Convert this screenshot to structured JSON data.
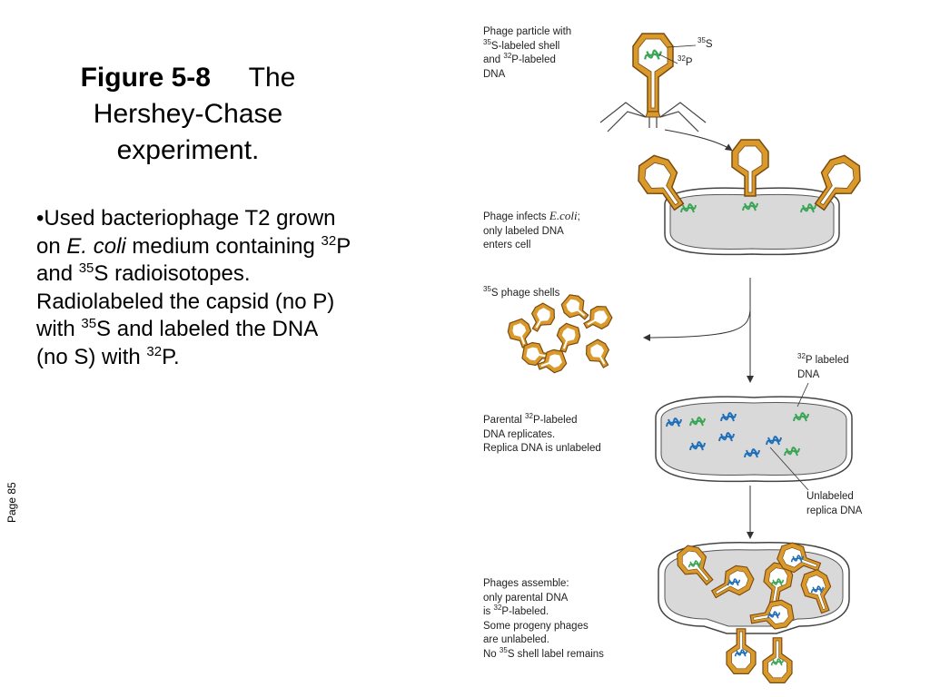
{
  "slide": {
    "figure_label": "Figure 5-8",
    "figure_title_1": "The",
    "figure_title_2": "Hershey-Chase",
    "figure_title_3": "experiment.",
    "bullet_mark": "•",
    "bullet": {
      "t1": "Used bacteriophage T2 grown on ",
      "t2": "E. coli",
      "t3": " medium containing ",
      "t4": "32",
      "t5": "P and ",
      "t6": "35",
      "t7": "S radioisotopes. Radiolabeled the capsid (no P) with ",
      "t8": "35",
      "t9": "S and labeled the DNA (no S) with ",
      "t10": "32",
      "t11": "P."
    },
    "page_label": "Page 85"
  },
  "diagram": {
    "phage": {
      "l1": "Phage particle with",
      "sup35": "35",
      "l2": "S-labeled shell",
      "l3a": "and ",
      "sup32": "32",
      "l3b": "P-labeled",
      "l4": "DNA",
      "callout_s_sup": "35",
      "callout_s": "S",
      "callout_p_sup": "32",
      "callout_p": "P"
    },
    "infect": {
      "l1a": "Phage infects ",
      "l1b": "E.coli",
      "l1c": ";",
      "l2": "only labeled DNA",
      "l3": "enters cell"
    },
    "shells": {
      "sup": "35",
      "text": "S phage shells"
    },
    "p32_label": {
      "sup": "32",
      "l1": "P labeled",
      "l2": "DNA"
    },
    "replicate": {
      "l1a": "Parental ",
      "sup": "32",
      "l1b": "P-labeled",
      "l2": "DNA replicates.",
      "l3": "Replica DNA is unlabeled"
    },
    "unlabeled": {
      "l1": "Unlabeled",
      "l2": "replica DNA"
    },
    "assemble": {
      "l1": "Phages assemble:",
      "l2": "only parental DNA",
      "l3a": "is ",
      "sup": "32",
      "l3b": "P-labeled.",
      "l4": "Some progeny phages",
      "l5": "are unlabeled.",
      "l6a": "No ",
      "sup2": "35",
      "l6b": "S shell label remains"
    },
    "colors": {
      "shell": "#d99a2b",
      "shell_outline": "#7a4a10",
      "labeled_dna": "#3aa655",
      "unlabeled_dna": "#1e6fb8",
      "cell_fill": "#d9d9d9"
    }
  }
}
